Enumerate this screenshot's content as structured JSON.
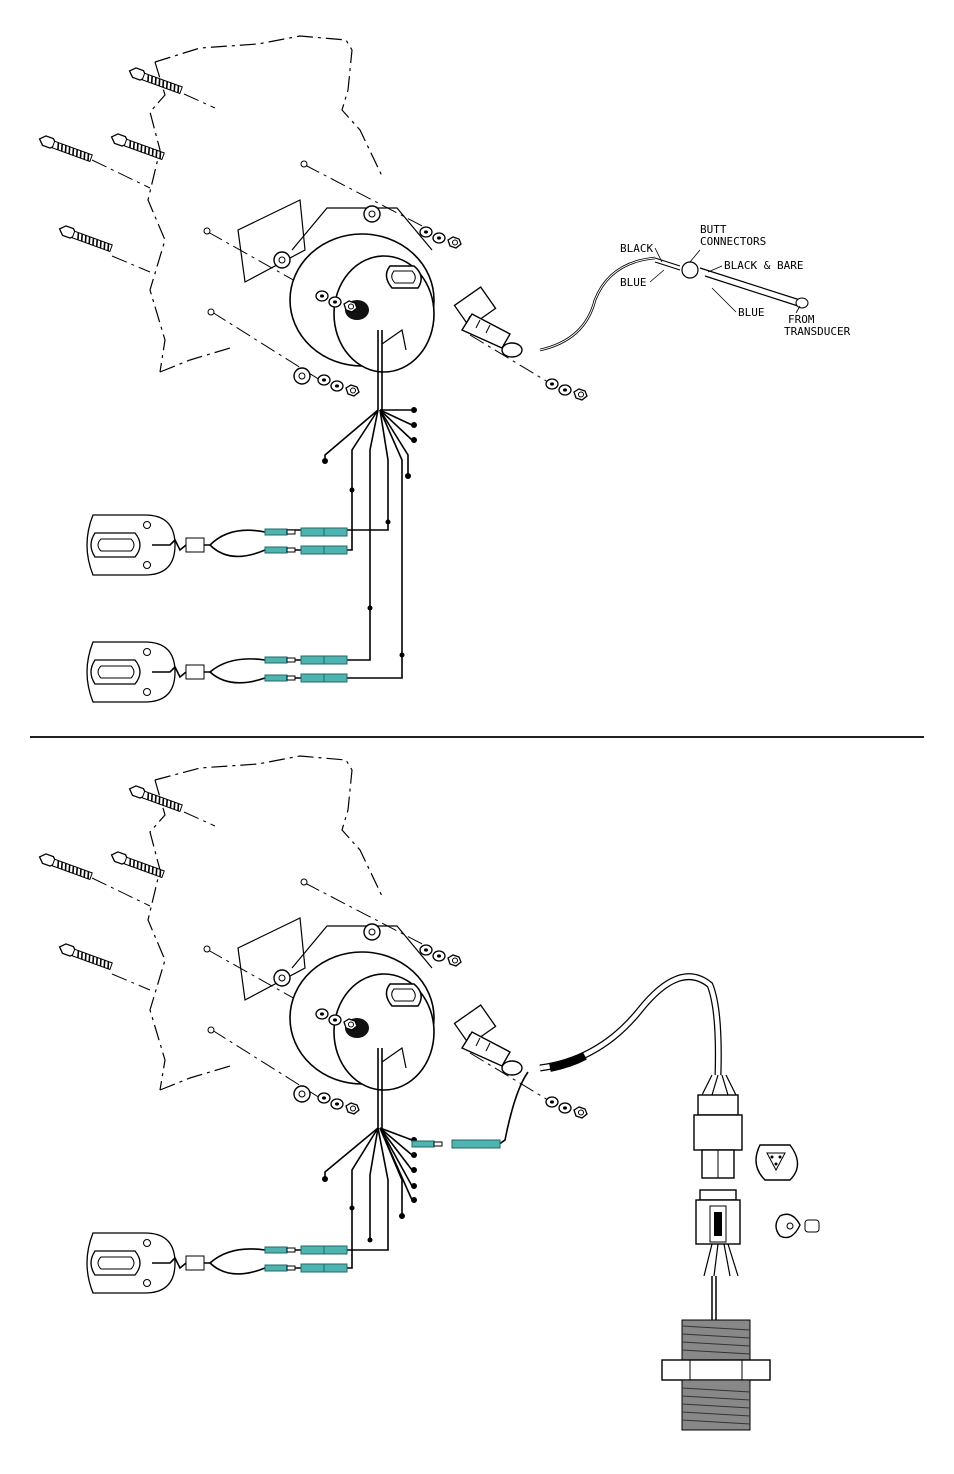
{
  "diagram": {
    "top_panel": {
      "labels": {
        "black": "BLACK",
        "butt_connectors_1": "BUTT",
        "butt_connectors_2": "CONNECTORS",
        "black_bare": "BLACK & BARE",
        "blue_left": "BLUE",
        "blue_right": "BLUE",
        "from_transducer_1": "FROM",
        "from_transducer_2": "TRANSDUCER"
      }
    },
    "colors": {
      "line": "#000000",
      "connector": "#4fb3b0",
      "background": "#ffffff"
    },
    "icons": [
      "bolt-icon",
      "washer-nut-icon",
      "pickup-sensor-icon",
      "bullet-connector-icon",
      "deutsch-connector-icon",
      "transducer-icon"
    ]
  }
}
